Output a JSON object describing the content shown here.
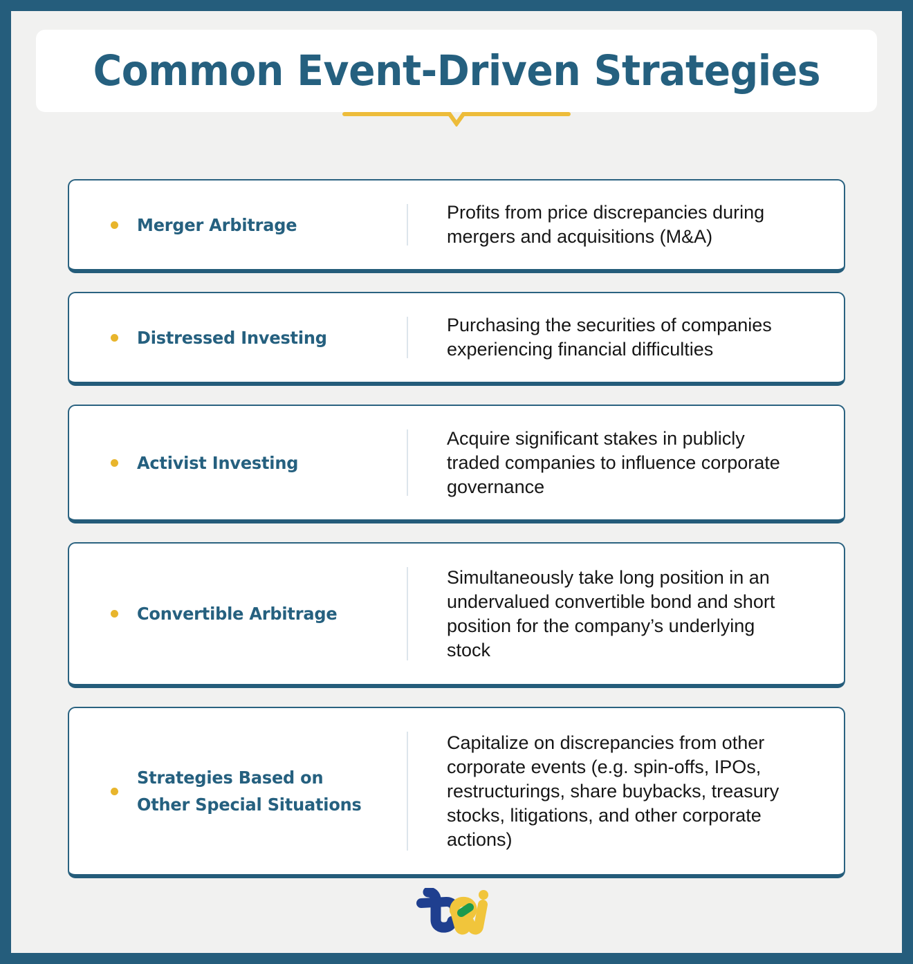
{
  "theme": {
    "frame_color": "#255d7c",
    "page_bg": "#f1f1f0",
    "card_bg": "#ffffff",
    "heading_color": "#25607f",
    "accent_yellow": "#e8b52c",
    "rule_yellow": "#edbc3a",
    "body_text": "#161616",
    "divider_color": "#dde5ec",
    "logo_blue": "#1f3f8f",
    "logo_yellow": "#f1c53b",
    "logo_green": "#1d9a4e"
  },
  "header": {
    "title": "Common Event-Driven Strategies"
  },
  "strategies": [
    {
      "bullet": "bullet-dot",
      "label": "Merger Arbitrage",
      "description": "Profits from price discrepancies during\nmergers and acquisitions (M&A)"
    },
    {
      "bullet": "bullet-dot",
      "label": "Distressed Investing",
      "description": "Purchasing the securities of companies\nexperiencing financial difficulties"
    },
    {
      "bullet": "bullet-dot",
      "label": "Activist Investing",
      "description": "Acquire significant stakes in publicly\ntraded companies to influence corporate\ngovernance"
    },
    {
      "bullet": "bullet-dot",
      "label": "Convertible Arbitrage",
      "description": "Simultaneously take long position in an\nundervalued convertible bond and  short\nposition for the company’s underlying\nstock"
    },
    {
      "bullet": "bullet-dot",
      "label": "Strategies Based on\nOther Special Situations",
      "description": "Capitalize on  discrepancies  from other\ncorporate events (e.g. spin-offs,  IPOs,\nrestructurings, share buybacks, treasury\nstocks, litigations, and other corporate\nactions)"
    }
  ],
  "footer": {
    "logo_name": "tej-logo",
    "logo_text": "tej"
  }
}
